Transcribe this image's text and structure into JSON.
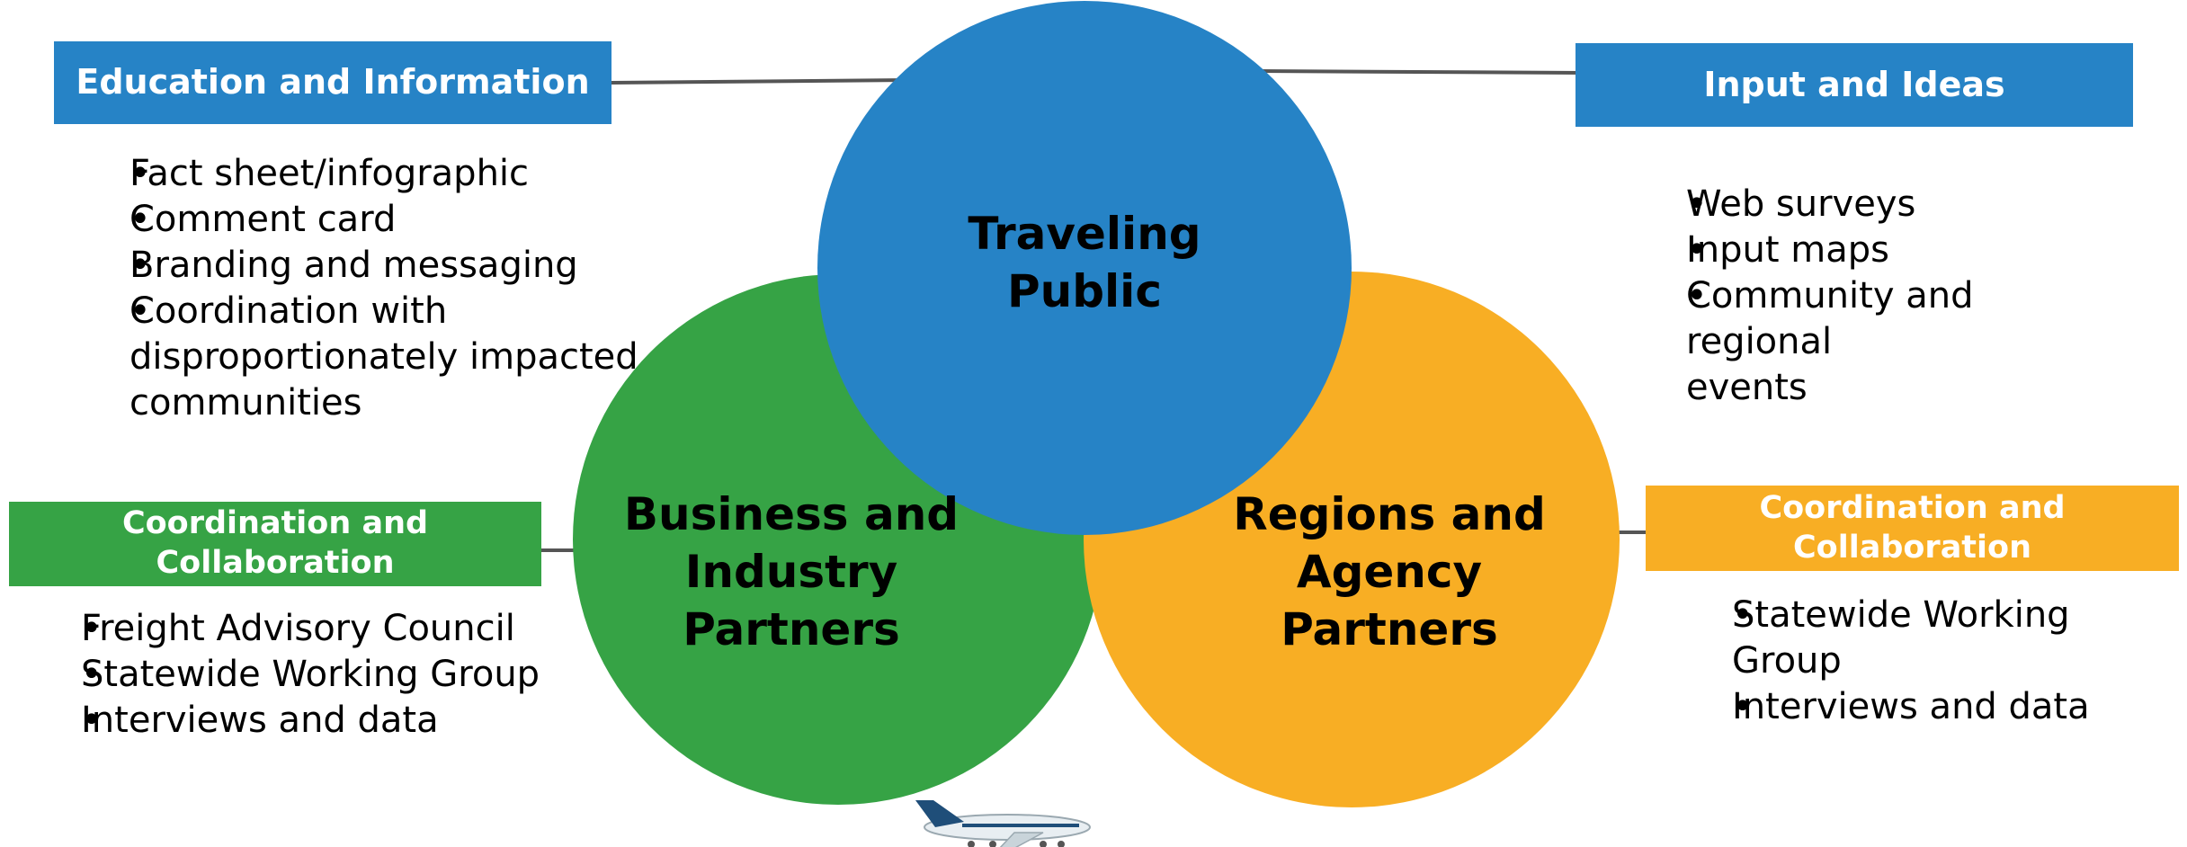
{
  "circles": {
    "traveling_public": {
      "label_line1": "Traveling",
      "label_line2": "Public",
      "color": "#2683c6"
    },
    "business_industry": {
      "label_line1": "Business and",
      "label_line2": "Industry",
      "label_line3": "Partners",
      "color": "#36a345"
    },
    "regions_agency": {
      "label_line1": "Regions and",
      "label_line2": "Agency Partners",
      "color": "#f8ae24"
    }
  },
  "education": {
    "title": "Education and Information",
    "color": "#2683c6",
    "items": [
      "Fact sheet/infographic",
      "Comment card",
      "Branding and messaging"
    ],
    "item4_line1": "Coordination with",
    "item4_line2": "disproportionately impacted",
    "item4_line3": "communities"
  },
  "input": {
    "title": "Input and Ideas",
    "color": "#2683c6",
    "items": [
      "Web surveys",
      "Input maps"
    ],
    "item3_line1": "Community and regional",
    "item3_line2": "events"
  },
  "coord_left": {
    "title_line1": "Coordination and",
    "title_line2": "Collaboration",
    "color": "#36a345",
    "items": [
      "Freight Advisory Council",
      "Statewide Working Group",
      "Interviews and data"
    ]
  },
  "coord_right": {
    "title_line1": "Coordination and",
    "title_line2": "Collaboration",
    "color": "#f8ae24",
    "items": [
      "Statewide Working Group",
      "Interviews and data"
    ]
  },
  "icons": {
    "airplane": "airplane-icon"
  }
}
